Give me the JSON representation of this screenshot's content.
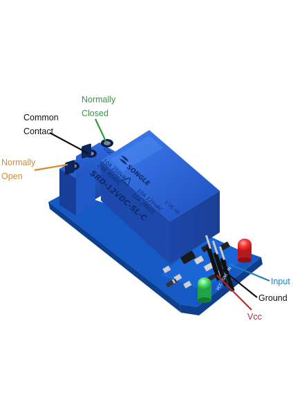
{
  "labels": {
    "normally_closed": [
      "Normally",
      "Closed"
    ],
    "common_contact": [
      "Common",
      "Contact"
    ],
    "normally_open": [
      "Normally",
      "Open"
    ],
    "input": "Input",
    "ground": "Ground",
    "vcc": "Vcc"
  },
  "relay_markings": {
    "brand": "SONGLE",
    "model": "SRD-12VDC-SL-C",
    "rating_ac_left": "10A 250VAC",
    "rating_dc_left": "10A 30VDC",
    "rating_ac_right": "10A 125VAC",
    "rating_dc_right": "10A 28VDC",
    "cert": "CQC",
    "ul": "c UL us"
  },
  "pin_labels": [
    "VCC",
    "GND",
    "IN"
  ],
  "colors": {
    "normally_closed": "#2e9a3c",
    "common_contact": "#111111",
    "normally_open": "#d98a2a",
    "input": "#1e7fc0",
    "ground": "#111111",
    "vcc": "#cc1f1f",
    "relay_body": "#1d54c4",
    "board": "#1b5fc9",
    "led_red": "#e0262a",
    "led_green": "#34c45a"
  }
}
